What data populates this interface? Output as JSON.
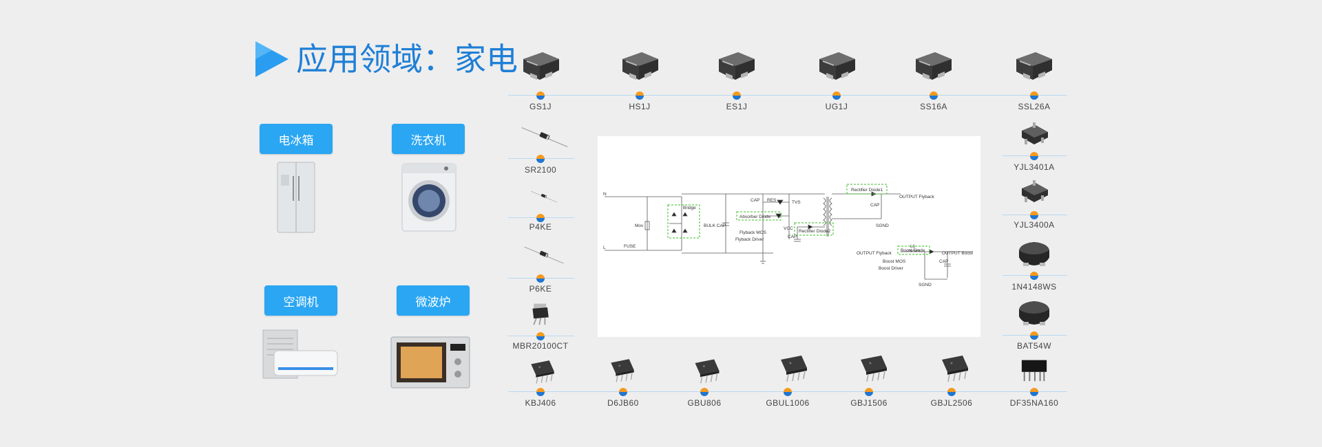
{
  "title": {
    "text": "应用领域：家电"
  },
  "appliances": [
    {
      "label": "电冰箱",
      "icon": "refrigerator-icon"
    },
    {
      "label": "洗衣机",
      "icon": "washing-machine-icon"
    },
    {
      "label": "空调机",
      "icon": "air-conditioner-icon"
    },
    {
      "label": "微波炉",
      "icon": "microwave-icon"
    }
  ],
  "parts": {
    "top": [
      "GS1J",
      "HS1J",
      "ES1J",
      "UG1J",
      "SS16A",
      "SSL26A"
    ],
    "left": [
      "SR2100",
      "P4KE",
      "P6KE",
      "MBR20100CT"
    ],
    "right": [
      "YJL3401A",
      "YJL3400A",
      "1N4148WS",
      "BAT54W"
    ],
    "bottom": [
      "KBJ406",
      "D6JB60",
      "GBU806",
      "GBUL1006",
      "GBJ1506",
      "GBJL2506",
      "DF35NA160"
    ]
  },
  "schematic": {
    "labels": {
      "n": "N",
      "l": "L",
      "fuse": "FUSE",
      "mov": "Mov",
      "bridge": "Bridge",
      "bulk_cap": "BULK CAP",
      "cap1": "CAP",
      "res": "RES",
      "tvs": "TVS",
      "absorber": "Absorber Diode",
      "flyback_mos": "Flyback MOS",
      "flyback_driver": "Flyback Driver",
      "vcc": "VCC",
      "cap2": "CAP",
      "rectifier2": "Rectifier Diode2",
      "rectifier1": "Rectifier Diode1",
      "cap3": "CAP",
      "output_flyback": "OUTPUT Flyback",
      "sgnd1": "SGND",
      "output_flyback_in": "OUTPUT Flyback",
      "l1": "L1",
      "boost_diode": "Boost Diode",
      "output_boost": "OUTPUT Boost",
      "boost_mos": "Boost MOS",
      "boost_driver": "Boost Driver",
      "cap4": "CAP",
      "sgnd2": "SGND"
    }
  },
  "colors": {
    "accent": "#2aa6f3",
    "title": "#1f7fd6",
    "dot_top": "#f59a1f",
    "dot_bottom": "#1f76d2",
    "highlight": "#5cc94a"
  }
}
